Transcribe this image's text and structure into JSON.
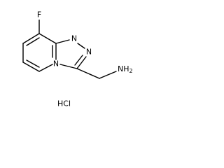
{
  "molecule": {
    "atoms": {
      "fluorine": "F",
      "n_bridgehead": "N",
      "n_ring_1": "N",
      "n_ring_2": "N",
      "amine": "NH",
      "amine_h_count": "2"
    },
    "salt": "HCl"
  },
  "colors": {
    "bond": "#000000",
    "text": "#000000",
    "background": "#ffffff"
  }
}
